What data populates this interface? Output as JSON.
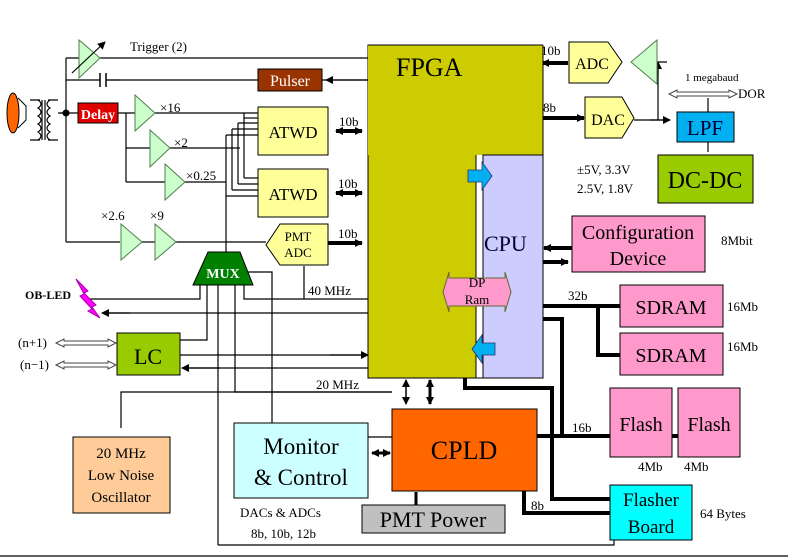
{
  "title": "DOM Mainboard Block Diagram",
  "colors": {
    "fpga": "#cccc00",
    "cpu": "#ccccff",
    "atwd": "#ffff99",
    "amp": "#ccffcc",
    "pink": "#ff99cc",
    "cpld": "#ff6600",
    "lc": "#99cc00",
    "dcdc": "#99cc00",
    "lpf": "#00b0f0",
    "monitor": "#ccffff",
    "flasher": "#00ffff",
    "osc": "#ffcc99",
    "pmt_power": "#c0c0c0",
    "pulser": "#993300",
    "delay": "#ff0000",
    "mux": "#008000",
    "led": "#ff00ff"
  },
  "blocks": {
    "fpga": "FPGA",
    "cpu": "CPU",
    "dp_ram_1": "DP",
    "dp_ram_2": "Ram",
    "pulser": "Pulser",
    "delay": "Delay",
    "atwd_1": "ATWD",
    "atwd_2": "ATWD",
    "pmt_adc_1": "PMT",
    "pmt_adc_2": "ADC",
    "mux": "MUX",
    "adc": "ADC",
    "dac": "DAC",
    "lpf": "LPF",
    "dcdc": "DC-DC",
    "config_1": "Configuration",
    "config_2": "Device",
    "sdram_1": "SDRAM",
    "sdram_2": "SDRAM",
    "flash_1": "Flash",
    "flash_2": "Flash",
    "cpld": "CPLD",
    "monitor_1": "Monitor",
    "monitor_2": "& Control",
    "flasher_1": "Flasher",
    "flasher_2": "Board",
    "pmt_power": "PMT Power",
    "lc": "LC",
    "osc_1": "20 MHz",
    "osc_2": "Low Noise",
    "osc_3": "Oscillator"
  },
  "labels": {
    "trigger": "Trigger (2)",
    "gain_16": "×16",
    "gain_2": "×2",
    "gain_025": "×0.25",
    "gain_26": "×2.6",
    "gain_9": "×9",
    "bus_atwd1": "10b",
    "bus_atwd2": "10b",
    "bus_pmtadc": "10b",
    "bus_adc": "10b",
    "bus_dac": "8b",
    "bus_sdram": "32b",
    "bus_flash": "16b",
    "bus_flasher": "8b",
    "clk_40": "40 MHz",
    "clk_20": "20 MHz",
    "megabaud": "1 megabaud",
    "dor": "DOR",
    "volt_1": "±5V,  3.3V",
    "volt_2": "2.5V, 1.8V",
    "config_size": "8Mbit",
    "sdram1_size": "16Mb",
    "sdram2_size": "16Mb",
    "flash1_size": "4Mb",
    "flash2_size": "4Mb",
    "flasher_size": "64 Bytes",
    "dacs_1": "DACs & ADCs",
    "dacs_2": "8b, 10b, 12b",
    "ob_led": "OB-LED",
    "n_plus": "(n+1)",
    "n_minus": "(n−1)"
  }
}
